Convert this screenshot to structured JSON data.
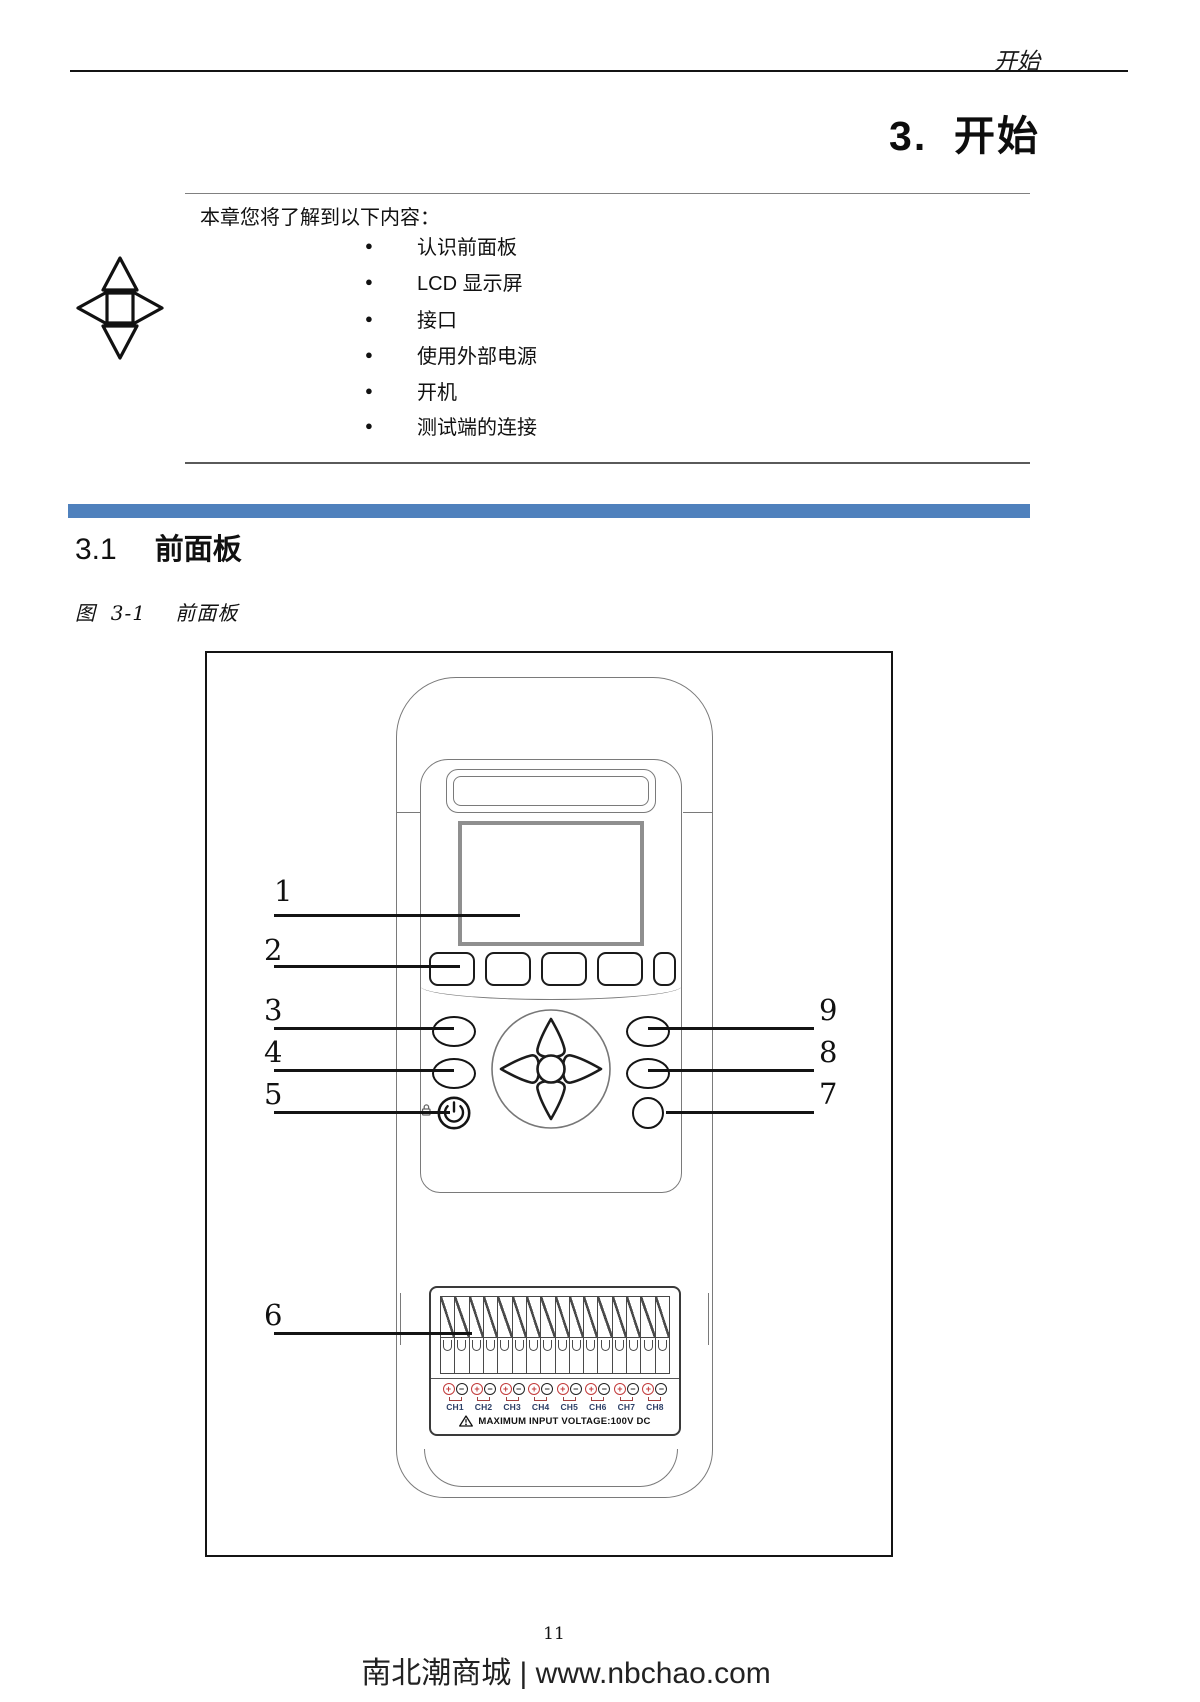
{
  "header": {
    "running_title": "开始",
    "chapter_title": "3.  开始"
  },
  "intro": {
    "bullet_glyph": "●",
    "lead": "本章您将了解到以下内容：",
    "bullets": [
      "认识前面板",
      "LCD 显示屏",
      "接口",
      "使用外部电源",
      "开机",
      "测试端的连接"
    ]
  },
  "accent": {
    "bar_color": "#4f81bd"
  },
  "section": {
    "number": "3.1",
    "title": "前面板"
  },
  "figure": {
    "caption": "图  3-1    前面板",
    "callouts": {
      "n1": "1",
      "n2": "2",
      "n3": "3",
      "n4": "4",
      "n5": "5",
      "n6": "6",
      "n7": "7",
      "n8": "8",
      "n9": "9"
    },
    "device": {
      "terminal": {
        "cells": 16,
        "plus": "+",
        "minus": "−",
        "channels": [
          "CH1",
          "CH2",
          "CH3",
          "CH4",
          "CH5",
          "CH6",
          "CH7",
          "CH8"
        ],
        "warning": "MAXIMUM INPUT VOLTAGE:100V DC",
        "plus_color": "#c23b3b",
        "minus_color": "#222222"
      }
    }
  },
  "footer": {
    "page_number": "11",
    "site_text": "南北潮商城 | www.nbchao.com"
  }
}
